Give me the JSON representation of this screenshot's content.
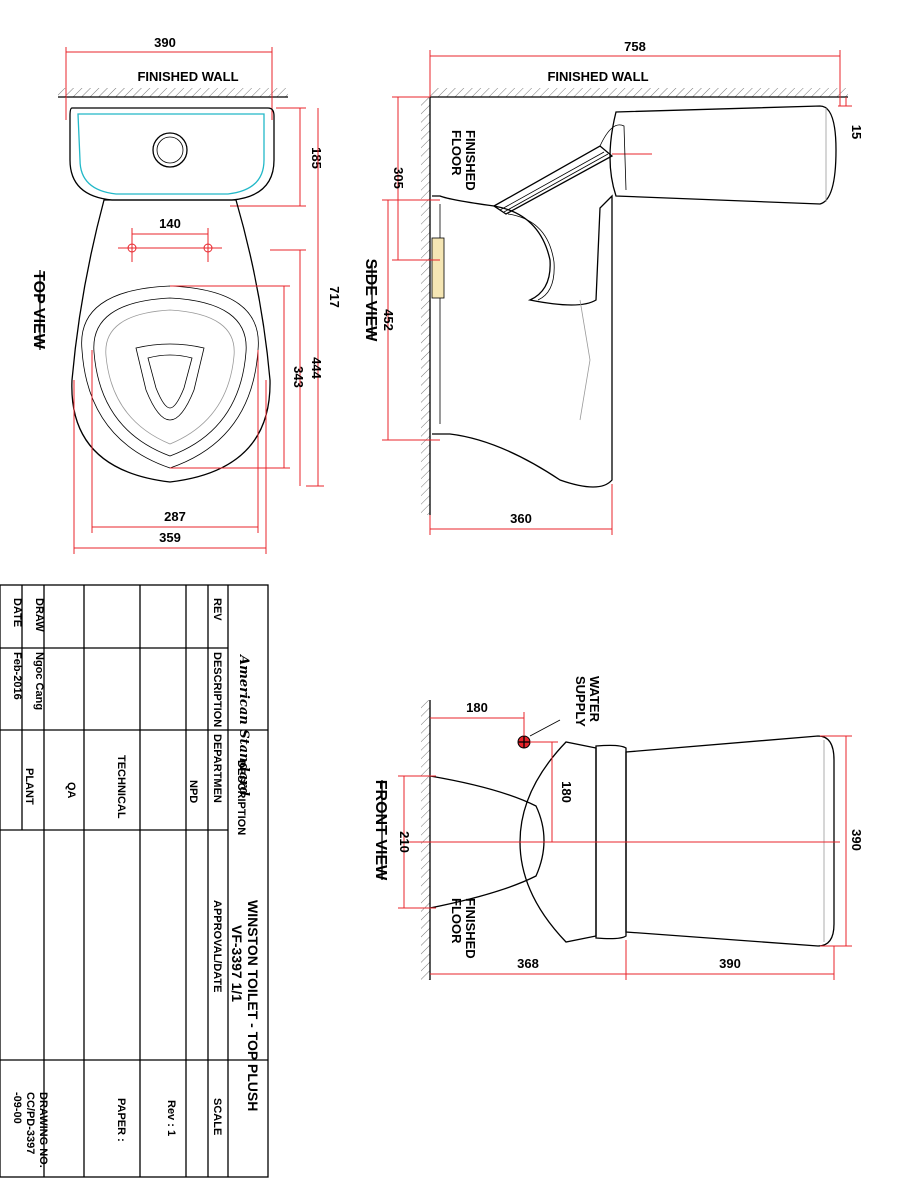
{
  "top_view": {
    "title": "TOP VIEW",
    "wall_label": "FINISHED WALL",
    "dims": {
      "overall_width": "390",
      "tank_depth": "185",
      "bolt_spacing": "140",
      "overall_length": "717",
      "bowl_length": "444",
      "seat_length": "343",
      "seat_width": "287",
      "bowl_width": "359"
    }
  },
  "side_view": {
    "title": "SIDE VIEW",
    "wall_label": "FINISHED WALL",
    "floor_label_1": "FINISHED",
    "floor_label_2": "FLOOR",
    "dims": {
      "overall_length": "758",
      "wall_gap": "15",
      "tank_offset": "305",
      "bowl_height": "452",
      "outlet": "360"
    }
  },
  "front_view": {
    "title": "FRONT VIEW",
    "water_supply_1": "WATER",
    "water_supply_2": "SUPPLY",
    "floor_label_1": "FINISHED",
    "floor_label_2": "FLOOR",
    "dims": {
      "supply_offset": "180",
      "supply_height": "180",
      "base_width": "210",
      "bowl_height": "368",
      "tank_height": "390",
      "tank_width": "390"
    }
  },
  "title_block": {
    "brand": "American Standard",
    "description_header": "DESCRIPTION",
    "product_title": "WINSTON TOILET - TOP PLUSH",
    "product_code": "VF-3397  1/1",
    "rev_header": "REV",
    "description_col": "DESCRIPTION",
    "department_header": "DEPARTMEN",
    "approval_header": "APPROVAL/DATE",
    "scale_header": "SCALE",
    "dept_npd": "NPD",
    "rev_value": "Rev : 1",
    "dept_qa": "QA",
    "dept_technical": "TECHNICAL",
    "paper_label": "PAPER :",
    "draw_label": "DRAW",
    "draw_value": "Ngoc Cang",
    "date_label": "DATE",
    "date_value": "Feb-2016",
    "dept_plant": "PLANT",
    "drawing_no_label": "DRAWING NO.",
    "drawing_no_1": "CC/PD-3397",
    "drawing_no_2": "-09-00"
  }
}
